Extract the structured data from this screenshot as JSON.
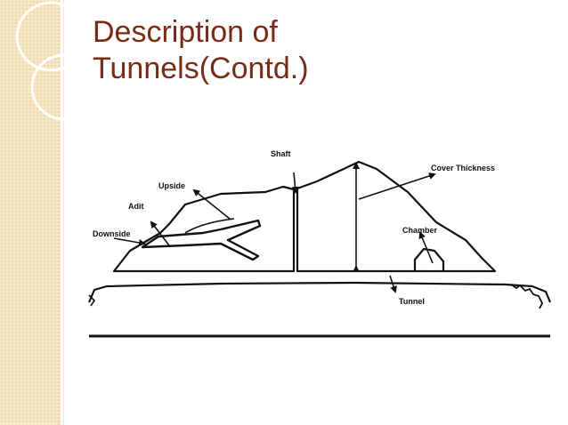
{
  "slide": {
    "title_line1": "Description of",
    "title_line2": "Tunnels(Contd.)"
  },
  "diagram": {
    "labels": {
      "shaft": "Shaft",
      "cover_thickness": "Cover Thickness",
      "upside": "Upside",
      "adit": "Adit",
      "downside": "Downside",
      "chamber": "Chamber",
      "tunnel": "Tunnel"
    }
  },
  "colors": {
    "title": "#7a2b17",
    "side_panel": "#f6e7c6",
    "ink": "#111111"
  }
}
